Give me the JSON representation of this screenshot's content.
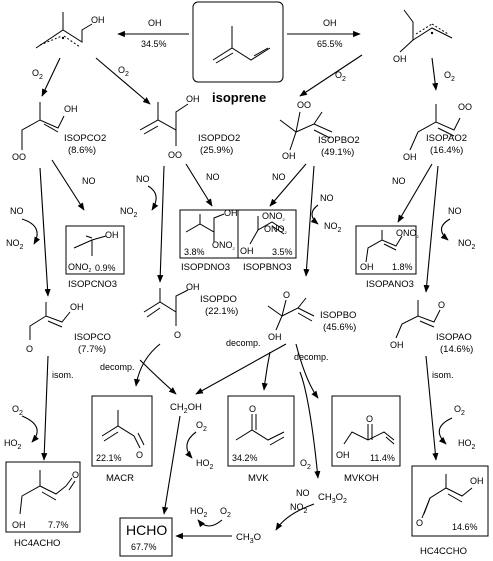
{
  "center": {
    "name": "isoprene"
  },
  "oh_left": {
    "reagent": "OH",
    "yield": "34.5%"
  },
  "oh_right": {
    "reagent": "OH",
    "yield": "65.5%"
  },
  "peroxy": [
    {
      "name": "ISOPCO2",
      "yield": "(8.6%)"
    },
    {
      "name": "ISOPDO2",
      "yield": "(25.9%)"
    },
    {
      "name": "ISOPBO2",
      "yield": "(49.1%)"
    },
    {
      "name": "ISOPAO2",
      "yield": "(16.4%)"
    }
  ],
  "nitrates": [
    {
      "name": "ISOPCNO3",
      "yield": "0.9%"
    },
    {
      "name": "ISOPDNO3",
      "yield": "3.8%"
    },
    {
      "name": "ISOPBNO3",
      "yield": "3.5%"
    },
    {
      "name": "ISOPANO3",
      "yield": "1.8%"
    }
  ],
  "alkoxy": [
    {
      "name": "ISOPCO",
      "yield": "(7.7%)"
    },
    {
      "name": "ISOPDO",
      "yield": "(22.1%)"
    },
    {
      "name": "ISOPBO",
      "yield": "(45.6%)"
    },
    {
      "name": "ISOPAO",
      "yield": "(14.6%)"
    }
  ],
  "products": [
    {
      "name": "HC4ACHO",
      "yield": "7.7%"
    },
    {
      "name": "MACR",
      "yield": "22.1%"
    },
    {
      "name": "MVK",
      "yield": "34.2%"
    },
    {
      "name": "MVKOH",
      "yield": "11.4%"
    },
    {
      "name": "HC4CCHO",
      "yield": "14.6%"
    }
  ],
  "hcho": {
    "name": "HCHO",
    "yield": "67.7%"
  },
  "labels": {
    "o2": "O",
    "o2_sub": "2",
    "no": "NO",
    "no2": "NO",
    "no2_sub": "2",
    "ho2": "HO",
    "ho2_sub": "2",
    "decomp": "decomp.",
    "isom": "isom.",
    "ch2oh": "CH",
    "ch2oh_sub": "2",
    "ch2oh_rest": "OH",
    "ch3o2": "CH",
    "ch3o2_sub": "3",
    "ch3o2_o": "O",
    "ch3o2_sub2": "2",
    "ch3o": "CH",
    "ch3o_sub": "3",
    "ch3o_o": "O",
    "oh_atom": "OH",
    "o_atom": "O",
    "ono2": "ONO",
    "ono2_sub": "2",
    "oo": "OO"
  }
}
